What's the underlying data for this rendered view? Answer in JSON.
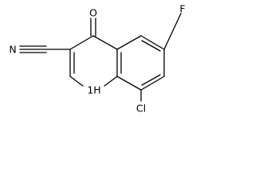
{
  "molecule": {
    "atoms": {
      "O": "O",
      "F": "F",
      "N_nitrile": "N",
      "Cl": "Cl",
      "NH": "1H"
    }
  }
}
